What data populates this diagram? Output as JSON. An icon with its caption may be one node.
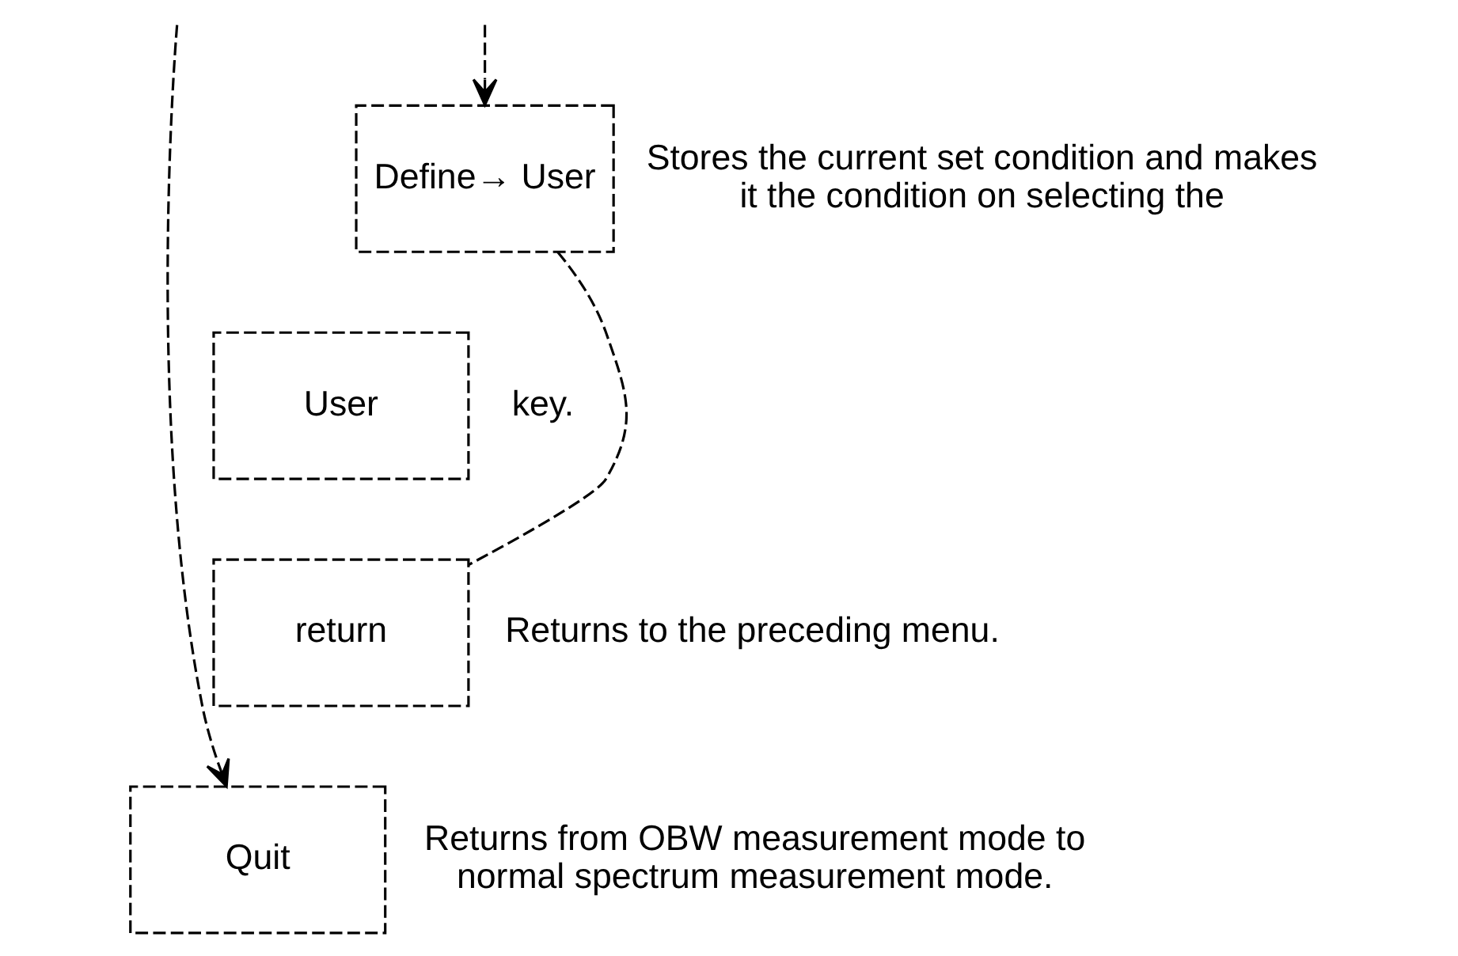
{
  "diagram": {
    "nodes": [
      {
        "text": [
          "Define→ User"
        ],
        "beside": [
          "Stores the current set condition and makes it the condition on selecting the"
        ]
      },
      {
        "text": [
          "User"
        ],
        "beside": [
          "key."
        ]
      },
      {
        "text": [
          "return"
        ],
        "beside": [
          "Returns to the preceding menu."
        ]
      },
      {
        "text": [
          "Quit"
        ],
        "beside": [
          "Returns from OBW measurement mode to normal spectrum measurement mode."
        ]
      }
    ],
    "edges": [
      {
        "from": null,
        "to": 0,
        "arrow": "to",
        "style": "dashed"
      },
      {
        "from": 0,
        "to": 2,
        "arrow": "none",
        "style": "dashed"
      },
      {
        "from": null,
        "to": 3,
        "arrow": "to",
        "style": "dashed"
      }
    ]
  }
}
